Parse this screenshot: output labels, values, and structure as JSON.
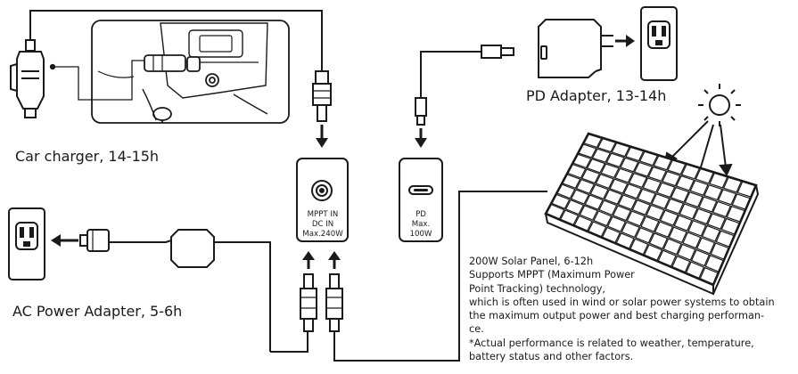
{
  "labels": {
    "car_charger": "Car charger, 14-15h",
    "pd_adapter": "PD Adapter, 13-14h",
    "ac_adapter": "AC Power Adapter, 5-6h"
  },
  "ports": {
    "mppt": [
      "MPPT IN",
      "DC IN",
      "Max.240W"
    ],
    "pd": [
      "PD",
      "Max.",
      "100W"
    ]
  },
  "solar_note": {
    "lines": [
      "200W Solar Panel, 6-12h",
      "Supports MPPT (Maximum Power",
      "Point Tracking) technology,",
      "which is often used in wind or solar power systems to obtain",
      "the maximum output power and best charging performan-",
      "ce.",
      "*Actual performance is related to weather, temperature,",
      "battery status and other factors."
    ]
  },
  "icons": [
    "car-charger-icon",
    "car-dashboard-icon",
    "dc-plug-icon",
    "wall-outlet-icon",
    "usb-c-plug-icon",
    "pd-adapter-icon",
    "sun-icon",
    "solar-panel-icon",
    "ac-adapter-icon",
    "arrow-icon"
  ],
  "colors": {
    "line": "#1a1a1a",
    "background": "#ffffff"
  }
}
